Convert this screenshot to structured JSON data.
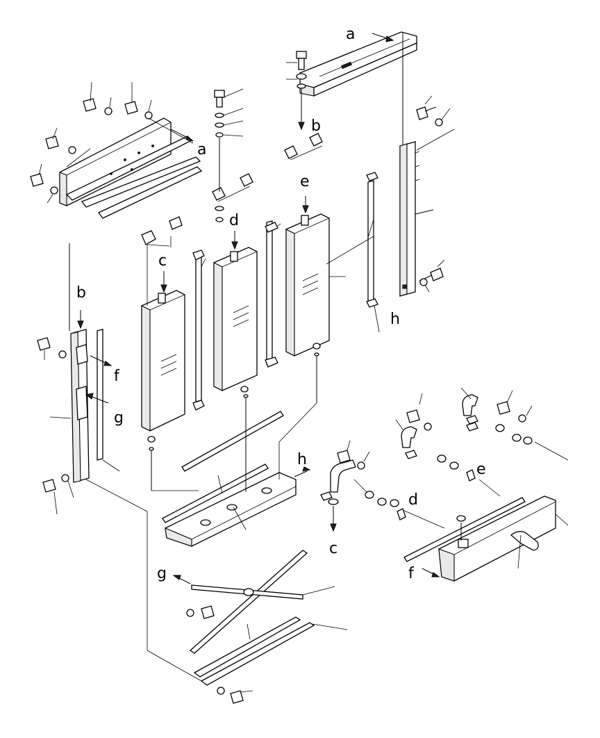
{
  "labels": {
    "a": "a",
    "b": "b",
    "c": "c",
    "d": "d",
    "e": "e",
    "f": "f",
    "g": "g",
    "h": "h"
  }
}
